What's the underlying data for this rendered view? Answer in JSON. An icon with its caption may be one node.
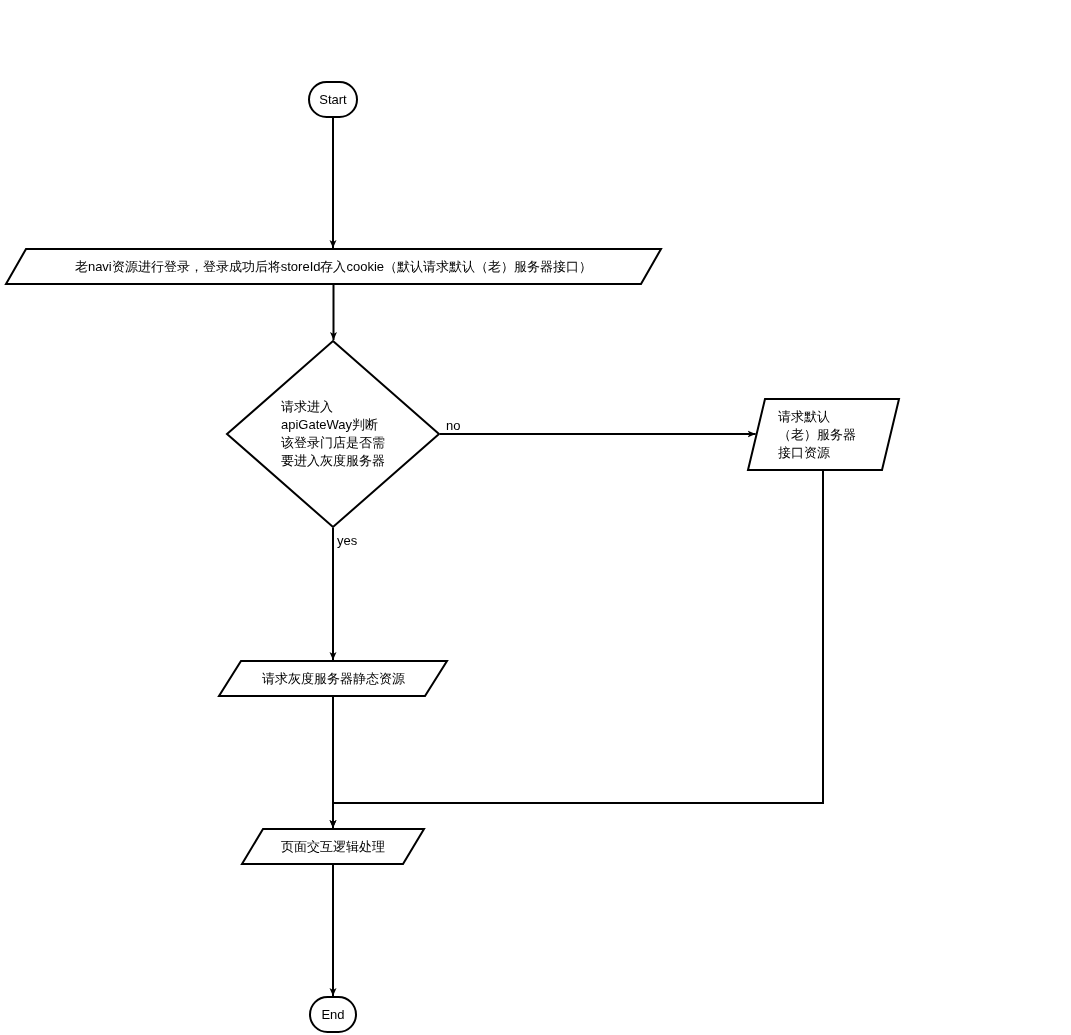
{
  "diagram": {
    "nodes": [
      {
        "text": [
          "Start"
        ]
      },
      {
        "text": [
          "老navi资源进行登录，登录成功后将storeId存入cookie（默认请求默认（老）服务器接口）"
        ]
      },
      {
        "text": [
          "请求进入apiGateWay判断该登录门店是否需要进入灰度服务器"
        ]
      },
      {
        "text": [
          "请求默认（老）服务器接口资源"
        ]
      },
      {
        "text": [
          "请求灰度服务器静态资源"
        ]
      },
      {
        "text": [
          "页面交互逻辑处理"
        ]
      },
      {
        "text": [
          "End"
        ]
      }
    ],
    "edges": [
      {
        "from": 0,
        "to": 1,
        "arrow": "to"
      },
      {
        "from": 1,
        "to": 2,
        "arrow": "to"
      },
      {
        "from": 2,
        "to": 3,
        "arrow": "to",
        "label": "no"
      },
      {
        "from": 2,
        "to": 4,
        "arrow": "to",
        "label": "yes"
      },
      {
        "from": 4,
        "to": 5,
        "arrow": "to"
      },
      {
        "from": 3,
        "to": 5,
        "arrow": "to"
      },
      {
        "from": 5,
        "to": 6,
        "arrow": "to"
      }
    ]
  }
}
